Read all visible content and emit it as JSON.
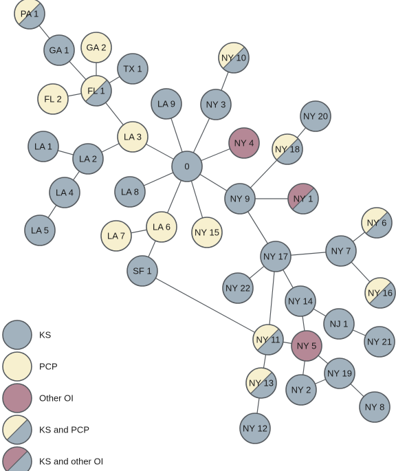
{
  "colors": {
    "ks": "#a2b2be",
    "pcp": "#f7f0cf",
    "other_oi": "#b58896",
    "stroke": "#555a5f"
  },
  "nodes": [
    {
      "id": "PA 1",
      "type": "ks_pcp"
    },
    {
      "id": "GA 1",
      "type": "ks"
    },
    {
      "id": "GA 2",
      "type": "pcp"
    },
    {
      "id": "TX 1",
      "type": "ks"
    },
    {
      "id": "FL 1",
      "type": "ks_pcp"
    },
    {
      "id": "FL 2",
      "type": "pcp"
    },
    {
      "id": "NY 10",
      "type": "ks_pcp"
    },
    {
      "id": "LA 9",
      "type": "ks"
    },
    {
      "id": "NY 3",
      "type": "ks"
    },
    {
      "id": "NY 20",
      "type": "ks"
    },
    {
      "id": "LA 3",
      "type": "pcp"
    },
    {
      "id": "NY 4",
      "type": "other_oi"
    },
    {
      "id": "NY 18",
      "type": "ks_pcp"
    },
    {
      "id": "LA 1",
      "type": "ks"
    },
    {
      "id": "LA 2",
      "type": "ks"
    },
    {
      "id": "0",
      "type": "ks"
    },
    {
      "id": "NY 9",
      "type": "ks"
    },
    {
      "id": "NY 1",
      "type": "ks_other"
    },
    {
      "id": "LA 8",
      "type": "ks"
    },
    {
      "id": "LA 4",
      "type": "ks"
    },
    {
      "id": "LA 5",
      "type": "ks"
    },
    {
      "id": "LA 6",
      "type": "pcp"
    },
    {
      "id": "LA 7",
      "type": "pcp"
    },
    {
      "id": "NY 15",
      "type": "pcp"
    },
    {
      "id": "NY 6",
      "type": "ks_pcp"
    },
    {
      "id": "NY 7",
      "type": "ks"
    },
    {
      "id": "NY 17",
      "type": "ks"
    },
    {
      "id": "SF 1",
      "type": "ks"
    },
    {
      "id": "NY 22",
      "type": "ks"
    },
    {
      "id": "NY 16",
      "type": "ks_pcp"
    },
    {
      "id": "NY 14",
      "type": "ks"
    },
    {
      "id": "NJ 1",
      "type": "ks"
    },
    {
      "id": "NY 21",
      "type": "ks"
    },
    {
      "id": "NY 11",
      "type": "ks_pcp"
    },
    {
      "id": "NY 5",
      "type": "other_oi"
    },
    {
      "id": "NY 19",
      "type": "ks"
    },
    {
      "id": "NY 13",
      "type": "ks_pcp"
    },
    {
      "id": "NY 2",
      "type": "ks"
    },
    {
      "id": "NY 8",
      "type": "ks"
    },
    {
      "id": "NY 12",
      "type": "ks"
    }
  ],
  "edges": [
    [
      "PA 1",
      "GA 1"
    ],
    [
      "GA 1",
      "FL 1"
    ],
    [
      "GA 2",
      "FL 1"
    ],
    [
      "TX 1",
      "FL 1"
    ],
    [
      "FL 2",
      "FL 1"
    ],
    [
      "FL 1",
      "LA 3"
    ],
    [
      "LA 3",
      "0"
    ],
    [
      "LA 3",
      "LA 2"
    ],
    [
      "LA 1",
      "LA 2"
    ],
    [
      "LA 2",
      "LA 4"
    ],
    [
      "LA 4",
      "LA 5"
    ],
    [
      "LA 9",
      "0"
    ],
    [
      "NY 3",
      "0"
    ],
    [
      "NY 3",
      "NY 10"
    ],
    [
      "NY 4",
      "0"
    ],
    [
      "LA 8",
      "0"
    ],
    [
      "LA 6",
      "0"
    ],
    [
      "NY 15",
      "0"
    ],
    [
      "0",
      "NY 9"
    ],
    [
      "NY 9",
      "NY 18"
    ],
    [
      "NY 18",
      "NY 20"
    ],
    [
      "NY 9",
      "NY 1"
    ],
    [
      "NY 9",
      "NY 17"
    ],
    [
      "LA 6",
      "LA 7"
    ],
    [
      "LA 6",
      "SF 1"
    ],
    [
      "SF 1",
      "NY 11"
    ],
    [
      "NY 17",
      "NY 7"
    ],
    [
      "NY 7",
      "NY 6"
    ],
    [
      "NY 7",
      "NY 16"
    ],
    [
      "NY 17",
      "NY 22"
    ],
    [
      "NY 17",
      "NY 11"
    ],
    [
      "NY 17",
      "NY 14"
    ],
    [
      "NY 14",
      "NJ 1"
    ],
    [
      "NJ 1",
      "NY 21"
    ],
    [
      "NY 14",
      "NY 5"
    ],
    [
      "NY 5",
      "NY 11"
    ],
    [
      "NY 5",
      "NY 19"
    ],
    [
      "NY 5",
      "NY 2"
    ],
    [
      "NY 19",
      "NY 2"
    ],
    [
      "NY 19",
      "NY 8"
    ],
    [
      "NY 11",
      "NY 13"
    ],
    [
      "NY 13",
      "NY 12"
    ]
  ],
  "legend": [
    {
      "label": "KS",
      "type": "ks"
    },
    {
      "label": "PCP",
      "type": "pcp"
    },
    {
      "label": "Other OI",
      "type": "other_oi"
    },
    {
      "label": "KS and PCP",
      "type": "ks_pcp"
    },
    {
      "label": "KS and other OI",
      "type": "ks_other"
    }
  ]
}
